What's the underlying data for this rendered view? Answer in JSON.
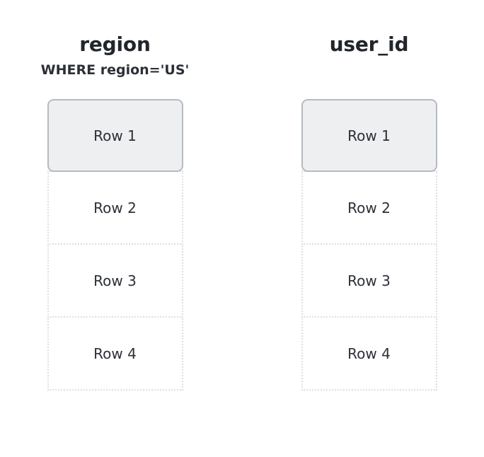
{
  "diagram": {
    "background_color": "#ffffff",
    "highlight_fill": "#edeff1",
    "highlight_border": "#b6bac1",
    "dotted_border": "#dcdfe3",
    "text_color": "#2c3038",
    "title_color": "#21252c"
  },
  "columns": [
    {
      "title": "region",
      "subtitle": "WHERE region='US'",
      "rows": [
        {
          "label": "Row 1",
          "highlighted": true
        },
        {
          "label": "Row 2",
          "highlighted": false
        },
        {
          "label": "Row 3",
          "highlighted": false
        },
        {
          "label": "Row 4",
          "highlighted": false
        }
      ]
    },
    {
      "title": "user_id",
      "subtitle": "",
      "rows": [
        {
          "label": "Row 1",
          "highlighted": true
        },
        {
          "label": "Row 2",
          "highlighted": false
        },
        {
          "label": "Row 3",
          "highlighted": false
        },
        {
          "label": "Row 4",
          "highlighted": false
        }
      ]
    }
  ]
}
